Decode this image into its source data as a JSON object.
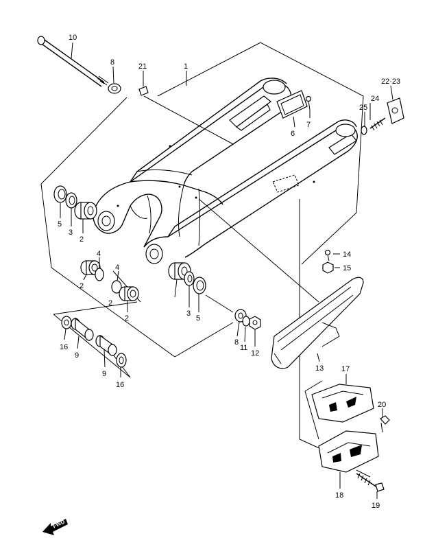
{
  "callouts": [
    {
      "id": "c10",
      "text": "10"
    },
    {
      "id": "c8a",
      "text": "8"
    },
    {
      "id": "c21",
      "text": "21"
    },
    {
      "id": "c1",
      "text": "1"
    },
    {
      "id": "c2223",
      "text": "22·23"
    },
    {
      "id": "c24",
      "text": "24"
    },
    {
      "id": "c25",
      "text": "25"
    },
    {
      "id": "c6",
      "text": "6"
    },
    {
      "id": "c7",
      "text": "7"
    },
    {
      "id": "c5a",
      "text": "5"
    },
    {
      "id": "c3a",
      "text": "3"
    },
    {
      "id": "c2a",
      "text": "2"
    },
    {
      "id": "c4a",
      "text": "4"
    },
    {
      "id": "c2b",
      "text": "2"
    },
    {
      "id": "c4b",
      "text": "4"
    },
    {
      "id": "c2c",
      "text": "2"
    },
    {
      "id": "c2d",
      "text": "2"
    },
    {
      "id": "c3b",
      "text": "3"
    },
    {
      "id": "c5b",
      "text": "5"
    },
    {
      "id": "c14",
      "text": "14"
    },
    {
      "id": "c15",
      "text": "15"
    },
    {
      "id": "c16a",
      "text": "16"
    },
    {
      "id": "c9a",
      "text": "9"
    },
    {
      "id": "c9b",
      "text": "9"
    },
    {
      "id": "c16b",
      "text": "16"
    },
    {
      "id": "c8b",
      "text": "8"
    },
    {
      "id": "c11",
      "text": "11"
    },
    {
      "id": "c12",
      "text": "12"
    },
    {
      "id": "c13",
      "text": "13"
    },
    {
      "id": "c17",
      "text": "17"
    },
    {
      "id": "c20",
      "text": "20"
    },
    {
      "id": "c18",
      "text": "18"
    },
    {
      "id": "c19",
      "text": "19"
    }
  ],
  "forward_marker": {
    "text": "FWD"
  }
}
